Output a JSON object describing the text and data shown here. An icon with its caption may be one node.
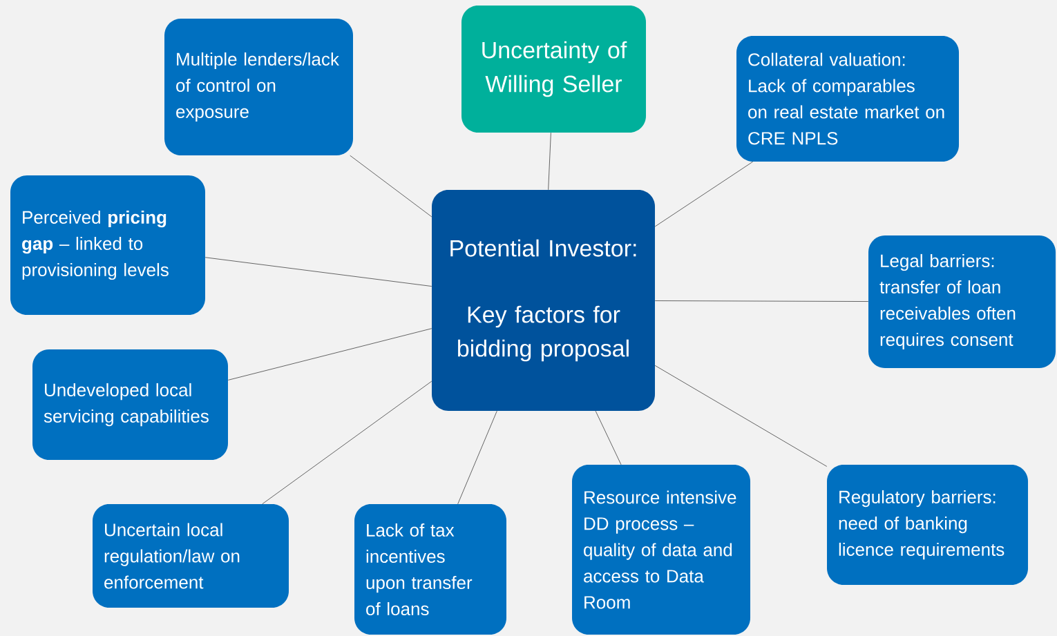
{
  "diagram": {
    "nodes": [
      {
        "text": [
          "Multiple lenders/lack of control on exposure"
        ]
      },
      {
        "text": [
          "Uncertainty of Willing Seller"
        ]
      },
      {
        "text": [
          "Collateral valuation: Lack of comparables on real estate market on CRE NPLS"
        ]
      },
      {
        "text": [
          "Perceived **pricing gap** – linked to provisioning levels"
        ]
      },
      {
        "text": [
          "Potential Investor:",
          "Key factors for bidding proposal"
        ]
      },
      {
        "text": [
          "Legal barriers: transfer of loan receivables often requires consent"
        ]
      },
      {
        "text": [
          "Undeveloped local servicing capabilities"
        ]
      },
      {
        "text": [
          "Uncertain local regulation/law on enforcement"
        ]
      },
      {
        "text": [
          "Lack of tax incentives upon transfer of loans"
        ]
      },
      {
        "text": [
          "Resource intensive DD process – quality of data and access to Data Room"
        ]
      },
      {
        "text": [
          "Regulatory barriers:  need of banking licence requirements"
        ]
      }
    ],
    "edges": [
      {
        "from": 4,
        "to": 0,
        "arrow": "none"
      },
      {
        "from": 4,
        "to": 1,
        "arrow": "none"
      },
      {
        "from": 4,
        "to": 2,
        "arrow": "none"
      },
      {
        "from": 4,
        "to": 3,
        "arrow": "none"
      },
      {
        "from": 4,
        "to": 5,
        "arrow": "none"
      },
      {
        "from": 4,
        "to": 6,
        "arrow": "none"
      },
      {
        "from": 4,
        "to": 7,
        "arrow": "none"
      },
      {
        "from": 4,
        "to": 8,
        "arrow": "none"
      },
      {
        "from": 4,
        "to": 9,
        "arrow": "none"
      },
      {
        "from": 4,
        "to": 10,
        "arrow": "none"
      }
    ]
  }
}
